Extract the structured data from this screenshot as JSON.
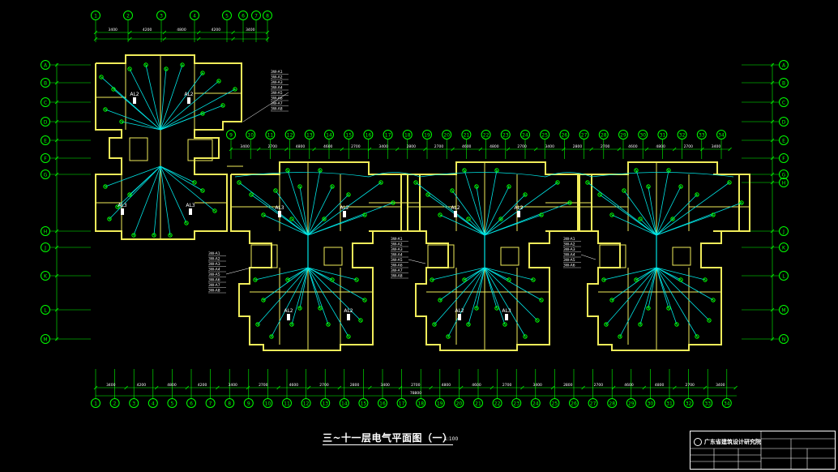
{
  "drawing": {
    "title": "三~十一层电气平面图（一）",
    "scale": "1:100"
  },
  "title_block": {
    "company": "广东省建筑设计研究院"
  },
  "colors": {
    "background": "#000000",
    "wall": "#f0ec5a",
    "wiring": "#00e5e5",
    "fixture": "#00ff00",
    "grid": "#00ff00",
    "dimension": "#00ff00",
    "label": "#ffffff"
  },
  "grid_labels": {
    "top_left_block": [
      "1",
      "2",
      "3",
      "4",
      "5",
      "6",
      "7",
      "8"
    ],
    "top_main": [
      "9",
      "10",
      "11",
      "12",
      "13",
      "14",
      "15",
      "16",
      "17",
      "18",
      "19",
      "20",
      "21",
      "22",
      "23",
      "24",
      "25",
      "26",
      "27",
      "28",
      "29",
      "30",
      "31",
      "32",
      "33",
      "34"
    ],
    "bottom": [
      "1",
      "2",
      "3",
      "4",
      "5",
      "6",
      "7",
      "8",
      "9",
      "10",
      "11",
      "12",
      "13",
      "14",
      "15",
      "16",
      "17",
      "18",
      "19",
      "20",
      "21",
      "22",
      "23",
      "24",
      "25",
      "26",
      "27",
      "28",
      "29",
      "30",
      "31",
      "32",
      "33",
      "34"
    ],
    "left": [
      "A",
      "B",
      "C",
      "D",
      "E",
      "F",
      "G",
      "H",
      "J",
      "K",
      "L",
      "M"
    ],
    "right": [
      "A",
      "B",
      "C",
      "D",
      "E",
      "F",
      "G",
      "H",
      "J",
      "K",
      "L",
      "M",
      "N"
    ]
  },
  "panel_labels": [
    "AL2",
    "AL2",
    "AL3",
    "AL3",
    "AL3",
    "AL2",
    "AL2",
    "AL2",
    "AL2",
    "AL2",
    "AL2",
    "AL3"
  ],
  "legend_notes": {
    "top": [
      "3W-A1",
      "3W-A2",
      "3W-A3",
      "3W-A4",
      "3W-A5",
      "3W-A6",
      "3W-A7",
      "3W-A8"
    ],
    "left": [
      "3W-A1",
      "3W-A2",
      "3W-A3",
      "3W-A4",
      "3W-A5",
      "3W-A6",
      "3W-A7",
      "3W-A8"
    ],
    "middle": [
      "3W-A1",
      "3W-A2",
      "3W-A3",
      "3W-A4",
      "3W-A5",
      "3W-A6",
      "3W-A7",
      "3W-A8"
    ],
    "right": [
      "3W-A1",
      "3W-A2",
      "3W-A3",
      "3W-A4",
      "3W-A5",
      "3W-A6"
    ]
  },
  "dimensions": {
    "top_left": [
      "3400",
      "4200",
      "4800",
      "4200",
      "3400"
    ],
    "top_main": [
      "3400",
      "2700",
      "4800",
      "4600",
      "2700",
      "3400",
      "2800",
      "2700",
      "4600",
      "4800",
      "2700",
      "3400",
      "2800",
      "2700",
      "4600",
      "4800",
      "2700",
      "3400"
    ],
    "bottom": [
      "3400",
      "4200",
      "4800",
      "4200",
      "3400",
      "2700",
      "4600",
      "2700",
      "2800",
      "3400",
      "2700",
      "4800",
      "4600",
      "2700",
      "3400",
      "2800",
      "2700",
      "4600",
      "4800",
      "2700",
      "3400"
    ],
    "bottom_total": "78800"
  }
}
